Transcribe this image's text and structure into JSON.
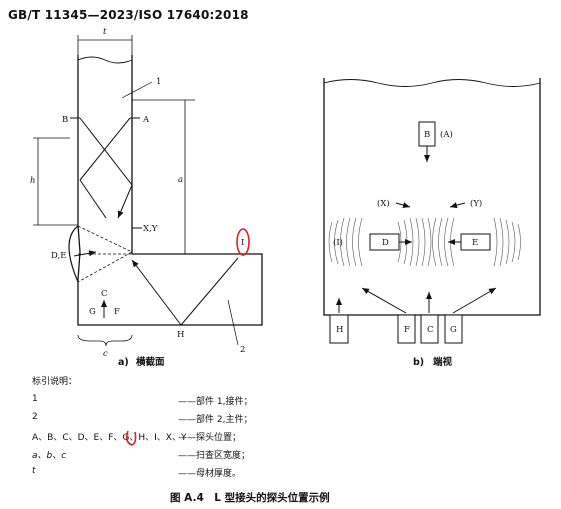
{
  "header": "GB/T 11345—2023/ISO 17640:2018",
  "left_figure": {
    "labels": {
      "t": "t",
      "one": "1",
      "B": "B",
      "A": "A",
      "h": "h",
      "a": "a",
      "XY": "X,Y",
      "DE": "D,E",
      "I": "I",
      "C": "C",
      "G": "G",
      "F": "F",
      "H": "H",
      "two": "2",
      "c": "c"
    },
    "caption_letter": "a)",
    "caption": "横截面"
  },
  "right_figure": {
    "labels": {
      "B": "B",
      "A_paren": "(A)",
      "X_paren": "(X)",
      "Y_paren": "(Y)",
      "I_paren": "(I)",
      "D": "D",
      "E": "E",
      "H": "H",
      "F": "F",
      "C": "C",
      "G": "G"
    },
    "caption_letter": "b)",
    "caption": "端视"
  },
  "legend": {
    "title": "标引说明：",
    "rows": [
      {
        "key": "1",
        "desc": "——部件 1,接件；"
      },
      {
        "key": "2",
        "desc": "——部件 2,主件；"
      },
      {
        "key": "A、B、C、D、E、F、G、H、I、X、Y",
        "desc": "——探头位置；"
      },
      {
        "key": "a、b、c",
        "desc": "——扫查区宽度；"
      },
      {
        "key": "t",
        "desc": "——母材厚度。"
      }
    ]
  },
  "figure_caption": "图 A.4　L 型接头的探头位置示例",
  "colors": {
    "ink": "#111111",
    "annotation": "#e02020"
  }
}
